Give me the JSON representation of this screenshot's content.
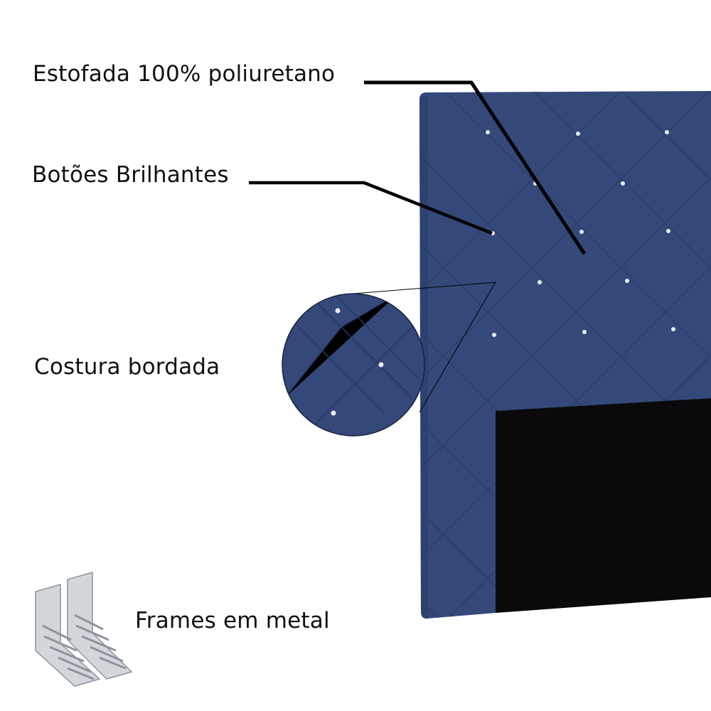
{
  "labels": {
    "upholstery": "Estofada 100% poliuretano",
    "buttons": "Botões Brilhantes",
    "stitching": "Costura bordada",
    "frames": "Frames em metal"
  },
  "colors": {
    "fabric": "#34497a",
    "fabric_dark": "#2b3e6b",
    "panel": "#0a0a0c",
    "leader_line": "#000000",
    "metal": "#c9cdd2"
  }
}
